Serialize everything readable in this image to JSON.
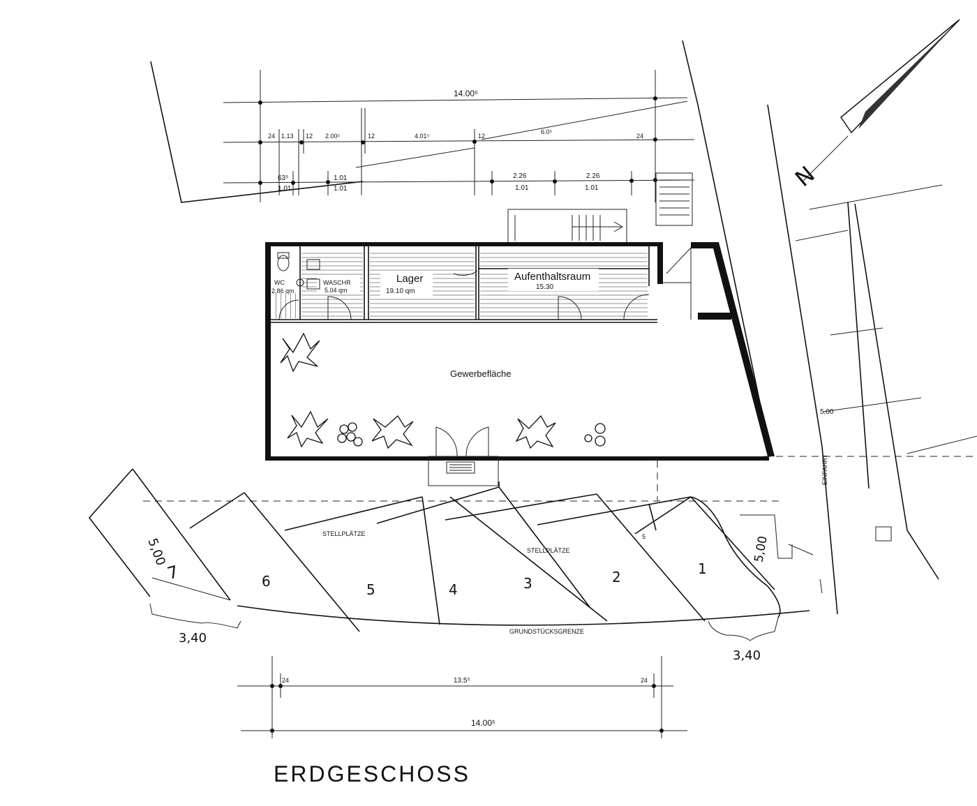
{
  "rooms": {
    "wc_name": "WC",
    "wc_area": "2.86 qm",
    "waschr_name": "WASCHR",
    "waschr_area": "5.04 qm",
    "lager_name": "Lager",
    "lager_area": "19.10 qm",
    "aufenthalt_name": "Aufenthaltsraum",
    "aufenthalt_area": "15.30",
    "gewerbe_name": "Gewerbefläche"
  },
  "dimensions": {
    "top_total": "14.00⁵",
    "row2": [
      "24",
      "1.13",
      "12",
      "2.00⁵",
      "12",
      "4.01⁵",
      "12",
      "6.0⁵",
      "24"
    ],
    "row3_top": [
      "63⁵",
      "1.01",
      "2.26",
      "2.26"
    ],
    "row3_bottom": [
      "1.01",
      "1.01",
      "1.01",
      "1.01"
    ],
    "bottom_inner": "13.5⁵",
    "bottom_inner_left": "24",
    "bottom_inner_right": "24",
    "bottom_total": "14.00⁵"
  },
  "parking": {
    "label_left": "STELLPLÄTZE",
    "label_right": "STELLPLÄTZE",
    "numbers": [
      "7",
      "6",
      "5",
      "4",
      "3",
      "2",
      "1"
    ],
    "depth_left": "5,00",
    "depth_right": "5,00",
    "width_left": "3,40",
    "width_right": "3,40",
    "boundary": "GRUNDSTÜCKSGRENZE"
  },
  "site": {
    "north": "N",
    "einfahrt": "EINFAHRT",
    "road_width": "5,00",
    "small_mark": "5"
  },
  "title": "ERDGESCHOSS"
}
